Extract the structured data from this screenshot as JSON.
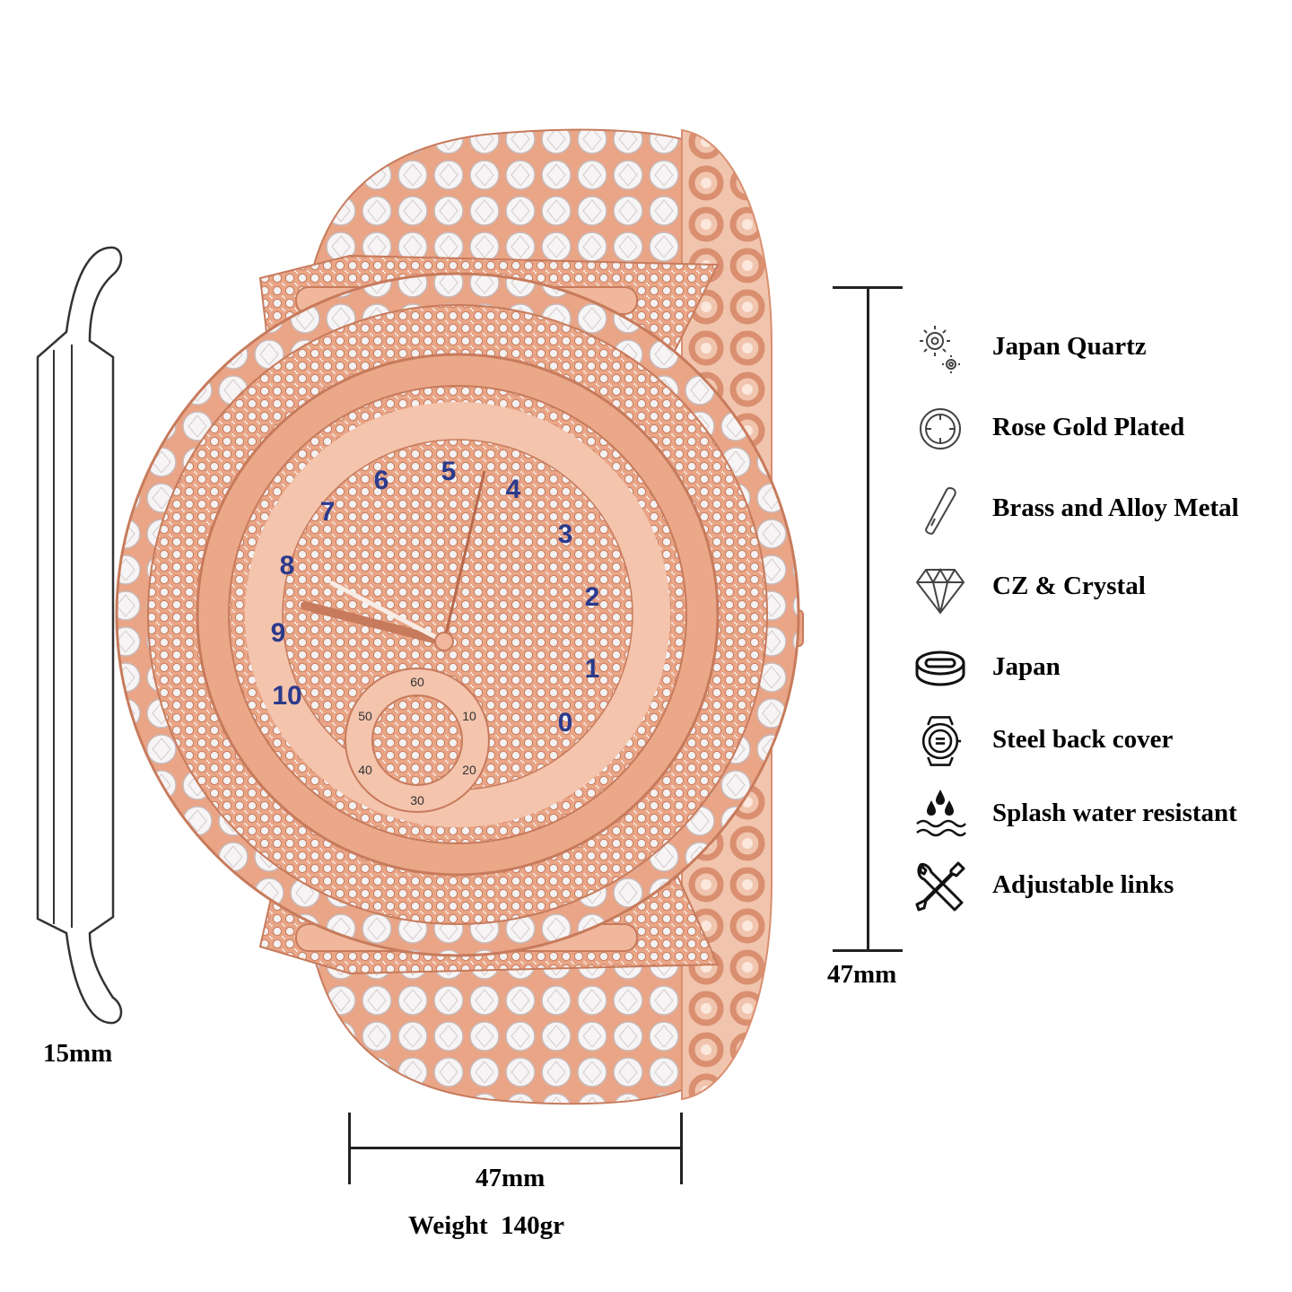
{
  "dimensions": {
    "thickness": "15mm",
    "height": "47mm",
    "width": "47mm",
    "weight": "Weight  140gr"
  },
  "dial": {
    "numerals": [
      "0",
      "1",
      "2",
      "3",
      "4",
      "5",
      "6",
      "7",
      "8",
      "9",
      "10"
    ],
    "subdial": [
      "60",
      "10",
      "20",
      "30",
      "40",
      "50"
    ]
  },
  "colors": {
    "rose_gold": "#e9a586",
    "rose_gold_dark": "#c77b5c",
    "crystal": "#f3f1f2",
    "numeral_blue": "#2b3a8c"
  },
  "features": [
    {
      "icon": "gears-icon",
      "label": "Japan Quartz"
    },
    {
      "icon": "plated-circle-icon",
      "label": "Rose Gold Plated"
    },
    {
      "icon": "metal-rod-icon",
      "label": "Brass and Alloy Metal"
    },
    {
      "icon": "diamond-icon",
      "label": "CZ & Crystal"
    },
    {
      "icon": "battery-cell-icon",
      "label": "Japan"
    },
    {
      "icon": "watch-back-icon",
      "label": "Steel back cover"
    },
    {
      "icon": "water-drops-icon",
      "label": "Splash water resistant"
    },
    {
      "icon": "tools-icon",
      "label": "Adjustable links"
    }
  ]
}
